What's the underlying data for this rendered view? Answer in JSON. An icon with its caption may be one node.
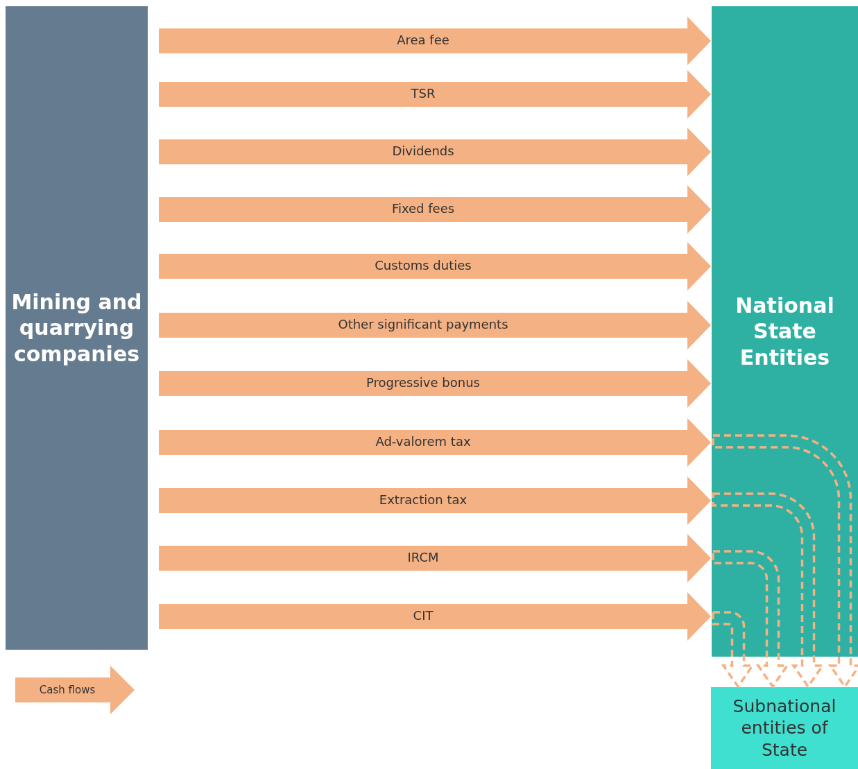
{
  "diagram": {
    "nodes": [
      {
        "text": [
          "Mining and quarrying companies"
        ]
      },
      {
        "text": [
          "National State Entities"
        ]
      },
      {
        "text": [
          "Subnational entities of State"
        ]
      }
    ],
    "edges": [
      {
        "from": 0,
        "to": 1,
        "arrow": "to",
        "label": "Area fee"
      },
      {
        "from": 0,
        "to": 1,
        "arrow": "to",
        "label": "TSR"
      },
      {
        "from": 0,
        "to": 1,
        "arrow": "to",
        "label": "Dividends"
      },
      {
        "from": 0,
        "to": 1,
        "arrow": "to",
        "label": "Fixed fees"
      },
      {
        "from": 0,
        "to": 1,
        "arrow": "to",
        "label": "Customs duties"
      },
      {
        "from": 0,
        "to": 1,
        "arrow": "to",
        "label": "Other significant payments"
      },
      {
        "from": 0,
        "to": 1,
        "arrow": "to",
        "label": "Progressive bonus"
      },
      {
        "from": 0,
        "to": 1,
        "arrow": "to",
        "label": "Ad-valorem tax"
      },
      {
        "from": 0,
        "to": 1,
        "arrow": "to",
        "label": "Extraction tax"
      },
      {
        "from": 0,
        "to": 1,
        "arrow": "to",
        "label": "IRCM"
      },
      {
        "from": 0,
        "to": 1,
        "arrow": "to",
        "label": "CIT"
      },
      {
        "from": 1,
        "to": 2,
        "arrow": "to",
        "style": "dashed"
      },
      {
        "from": 1,
        "to": 2,
        "arrow": "to",
        "style": "dashed"
      },
      {
        "from": 1,
        "to": 2,
        "arrow": "to",
        "style": "dashed"
      },
      {
        "from": 1,
        "to": 2,
        "arrow": "to",
        "style": "dashed"
      }
    ],
    "legend": [
      {
        "text": "Cash flows"
      }
    ]
  }
}
